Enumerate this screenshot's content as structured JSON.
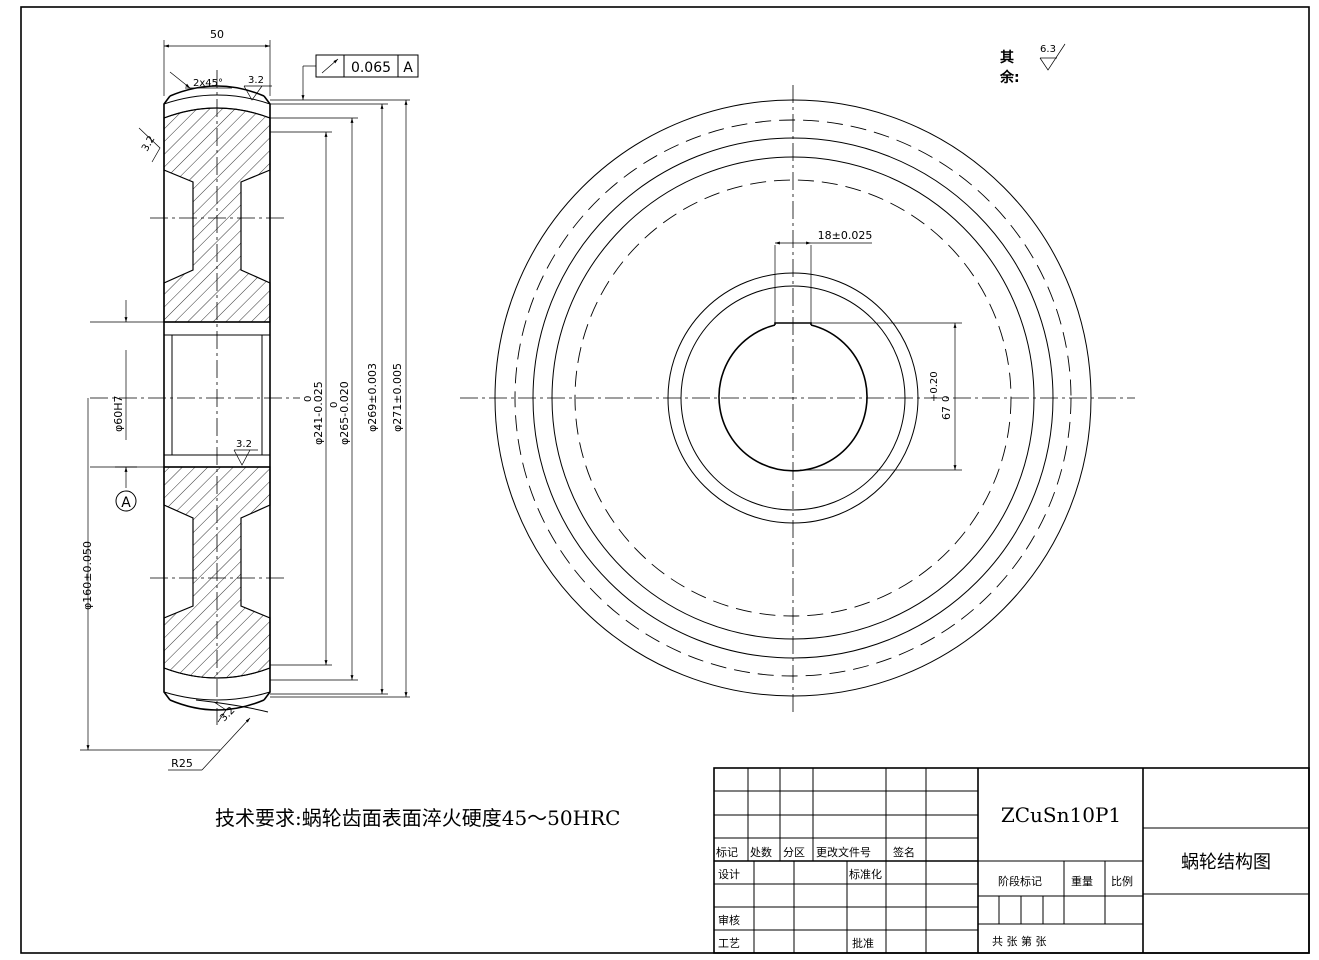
{
  "dimensions": {
    "width_50": "50",
    "chamfer": "2x45°",
    "rough_32_a": "3.2",
    "rough_32_b": "3.2",
    "rough_32_c": "3.2",
    "rough_32_d": "3.2",
    "runout_value": "0.065",
    "datum_ref": "A",
    "d241": "φ241-0.025",
    "d241_upper": "0",
    "d265": "φ265-0.020",
    "d265_upper": "0",
    "d269": "φ269±0.003",
    "d271": "φ271±0.005",
    "d60": "φ60H7",
    "d160": "φ160±0.050",
    "datum_label": "A",
    "r25": "R25",
    "key_width": "18±0.025",
    "key_depth": "67",
    "key_depth_tol_upper": "+0.20",
    "key_depth_tol_lower": "0"
  },
  "notes": {
    "rest_label_1": "其",
    "rest_label_2": "余:",
    "rest_roughness": "6.3",
    "tech_req": "技术要求:蜗轮齿面表面淬火硬度45～50HRC"
  },
  "title_block": {
    "material": "ZCuSn10P1",
    "drawing_name": "蜗轮结构图",
    "h_mark": "标记",
    "h_count": "处数",
    "h_zone": "分区",
    "h_doc": "更改文件号",
    "h_sign": "签名",
    "design": "设计",
    "standard": "标准化",
    "review": "审核",
    "process": "工艺",
    "approve": "批准",
    "stage_mark": "阶段标记",
    "weight": "重量",
    "scale": "比例",
    "sheets": "共   张  第   张"
  }
}
